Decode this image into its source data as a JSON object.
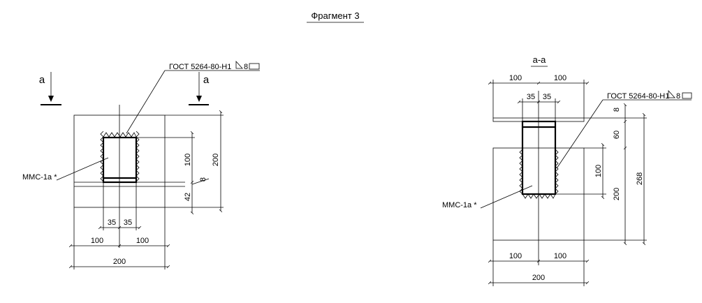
{
  "title": "Фрагмент 3",
  "left_view": {
    "section_marker": "а",
    "weld_label": "ГОСТ 5264-80-Н1",
    "weld_leg": "8",
    "material_label": "ММС-1а *",
    "dims": {
      "half_left": "35",
      "half_right": "35",
      "w_left": "100",
      "w_right": "100",
      "w_total": "200",
      "h_insert": "100",
      "h_total": "200",
      "h_plate": "8",
      "h_bottom": "42"
    }
  },
  "right_view": {
    "section_title": "а-а",
    "weld_label": "ГОСТ 5264-80-Н1",
    "weld_leg": "8",
    "material_label": "ММС-1а *",
    "dims": {
      "top_left": "100",
      "top_right": "100",
      "half_left": "35",
      "half_right": "35",
      "plate": "8",
      "h_60": "60",
      "h_100": "100",
      "h_200": "200",
      "h_268": "268",
      "bot_left": "100",
      "bot_right": "100",
      "w_total": "200"
    }
  }
}
